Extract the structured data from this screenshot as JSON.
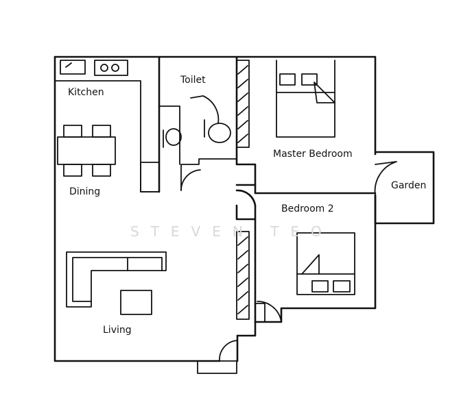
{
  "title": "Floor plan",
  "rooms": {
    "kitchen": "Kitchen",
    "toilet": "Toilet",
    "master_bedroom": "Master Bedroom",
    "garden": "Garden",
    "dining": "Dining",
    "bedroom_2": "Bedroom 2",
    "living": "Living"
  },
  "watermark": "STEVEN TEO"
}
